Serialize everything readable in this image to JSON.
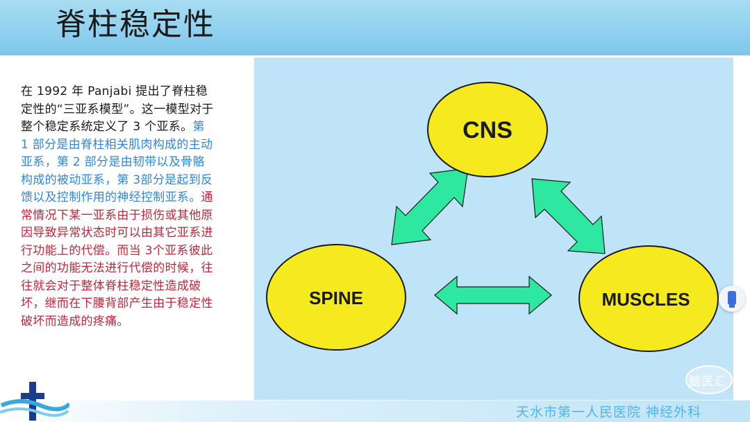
{
  "header": {
    "title": "脊柱稳定性"
  },
  "paragraph": [
    {
      "text": "在 1992 年 Panjabi 提出了脊柱稳定性的“三亚系模型”。这一模型对于整个稳定系统定义了 3 个亚系。",
      "color": "#1a1a1a"
    },
    {
      "text": "第 1 部分是由脊柱相关肌肉构成的主动亚系，第 2 部分是由韧带以及骨骼构成的被动亚系，第 3部分是起到反馈以及控制作用的神经控制亚系。",
      "color": "#2e86de"
    },
    {
      "text": "通常情况下某一亚系由于损伤或其他原因导致异常状态时可以由其它亚系进行功能上的代偿。而当 3个亚系彼此之间的功能无法进行代偿的时候，往往就会对于整体脊柱稳定性造成破坏，继而在下腰背部产生由于稳定性破坏而造成的疼痛。",
      "color": "#c2253a"
    }
  ],
  "diagram": {
    "nodes": [
      {
        "id": "cns",
        "label": "CNS"
      },
      {
        "id": "spine",
        "label": "SPINE"
      },
      {
        "id": "muscles",
        "label": "MUSCLES"
      }
    ],
    "edges": [
      {
        "from": "cns",
        "to": "spine",
        "bidirectional": true
      },
      {
        "from": "cns",
        "to": "muscles",
        "bidirectional": true
      },
      {
        "from": "spine",
        "to": "muscles",
        "bidirectional": true
      }
    ],
    "node_fill": "#f5ea1e",
    "arrow_fill": "#2ee8a0"
  },
  "footer": {
    "hospital": "天水市第一人民医院  神经外科"
  },
  "watermark": {
    "text": "脑医汇"
  }
}
